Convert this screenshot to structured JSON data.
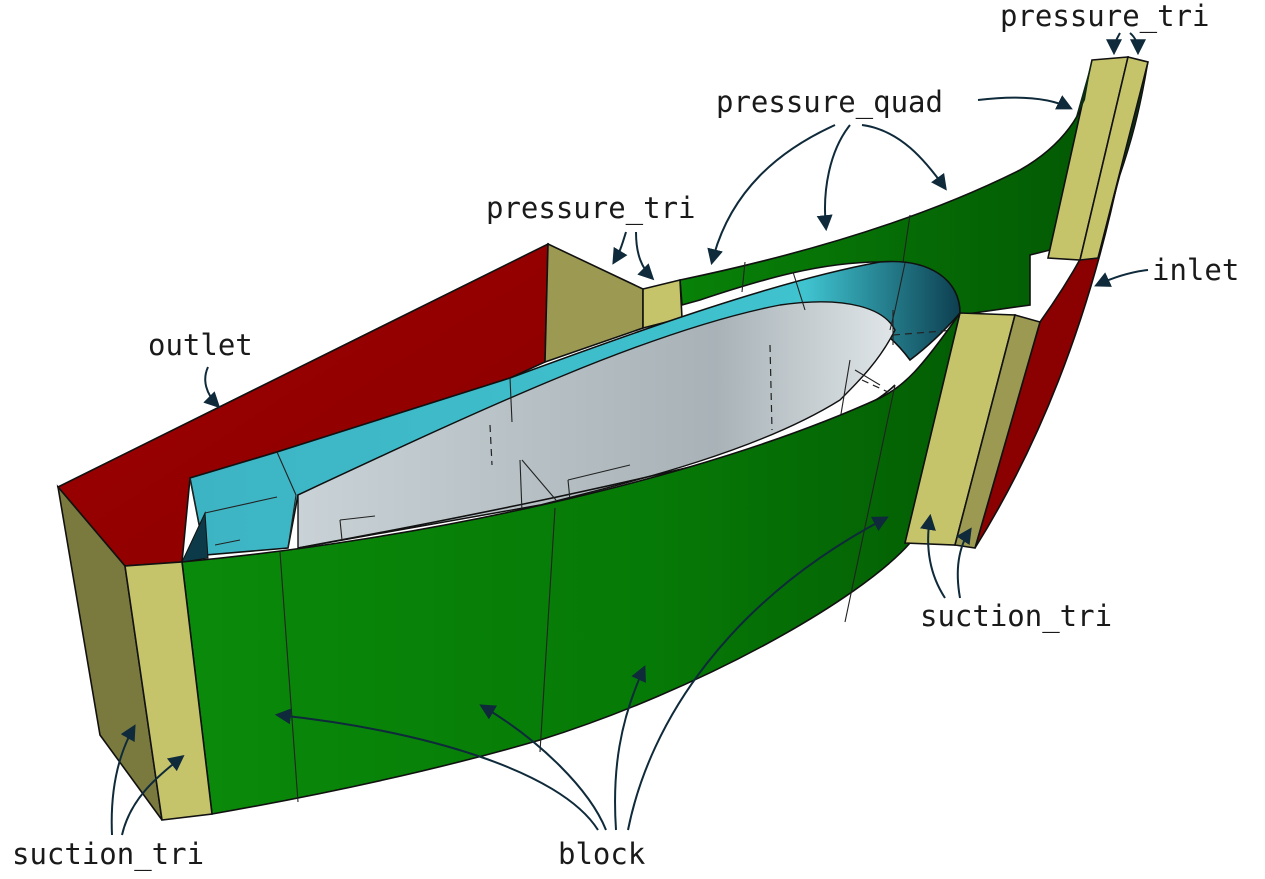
{
  "labels": {
    "pressure_tri_top": "pressure_tri",
    "pressure_quad": "pressure_quad",
    "pressure_tri_mid": "pressure_tri",
    "outlet": "outlet",
    "inlet": "inlet",
    "suction_tri_right": "suction_tri",
    "suction_tri_left": "suction_tri",
    "block": "block"
  },
  "colors": {
    "block": "#0a7a0a",
    "outlet": "#990000",
    "inlet": "#8b0000",
    "tri_face": "#c6c46a",
    "tri_face_dark": "#9c9a52",
    "side_face": "#7a7a3e",
    "blade_cyan": "#3fb9c8",
    "blade_grey": "#aeb6bb"
  }
}
